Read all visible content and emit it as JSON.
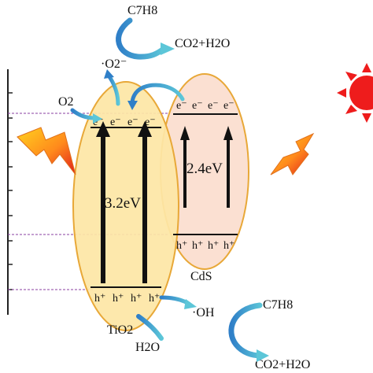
{
  "molecules": {
    "toluene_top": "C7H8",
    "toluene_bottom": "C7H8",
    "superoxide": "·O2⁻",
    "o2": "O2",
    "products_top": "CO2+H2O",
    "products_bottom": "CO2+H2O",
    "hydroxyl": "·OH",
    "water": "H2O"
  },
  "tio2": {
    "name": "TiO2",
    "band_gap": "3.2eV",
    "electrons": [
      "e⁻",
      "e⁻",
      "e⁻",
      "e⁻"
    ],
    "holes": [
      "h⁺",
      "h⁺",
      "h⁺",
      "h⁺"
    ],
    "fill_color": "#fde6a6",
    "edge_color": "#e8a838"
  },
  "cds": {
    "name": "CdS",
    "band_gap": "2.4eV",
    "electrons": [
      "e⁻",
      "e⁻",
      "e⁻",
      "e⁻"
    ],
    "holes": [
      "h⁺",
      "h⁺",
      "h⁺",
      "h⁺"
    ],
    "fill_color": "#fbe0d2",
    "edge_color": "#e8a838"
  },
  "colors": {
    "arrow_blue": "#3a8fd6",
    "arrow_teal": "#3fb3c8",
    "level_dashed": "#8a3fa0",
    "sun_core": "#ee1c1c",
    "band_gap_text": "#c0141c"
  },
  "icons": [
    "sun-icon",
    "lightning-icon"
  ]
}
